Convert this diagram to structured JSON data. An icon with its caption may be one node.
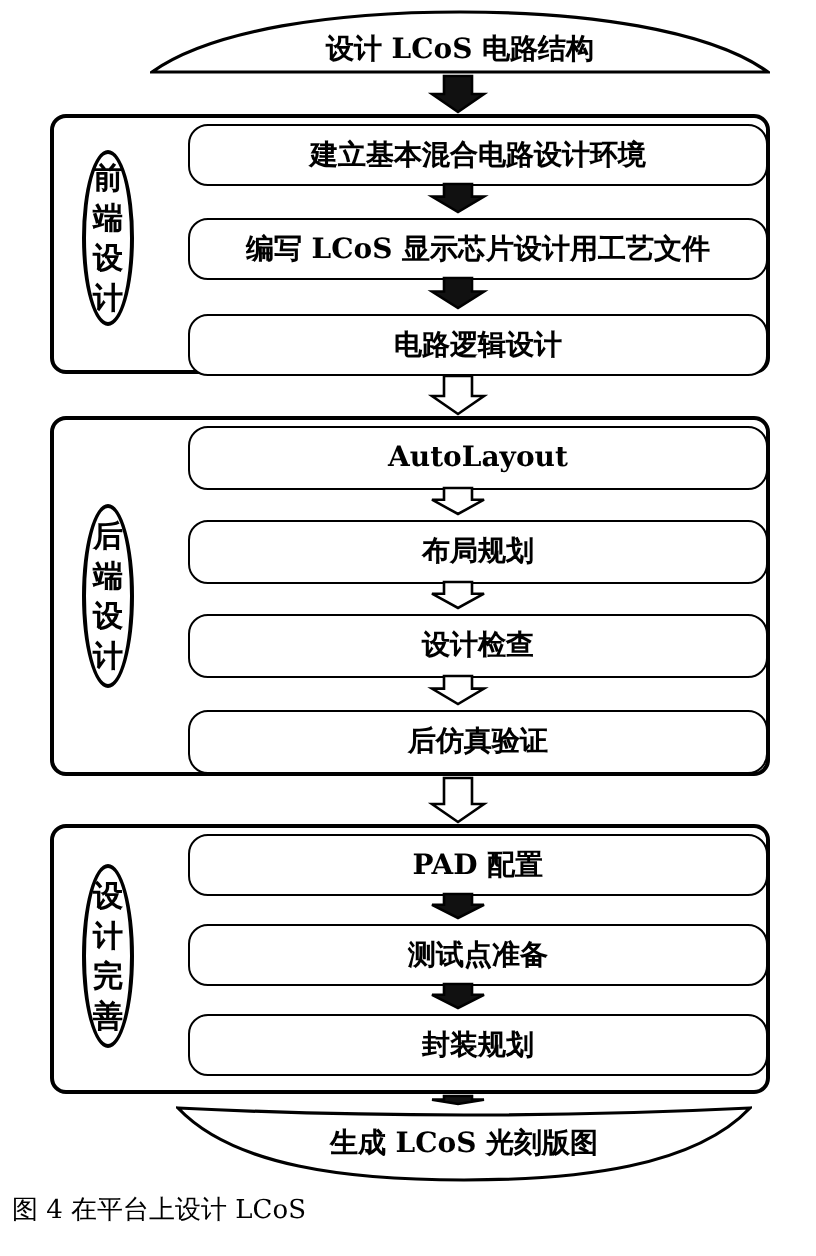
{
  "diagram": {
    "caption": "图 4 在平台上设计 LCoS",
    "nodes": [
      {
        "text": [
          "设计 LCoS 电路结构"
        ]
      },
      {
        "text": [
          "前端设计"
        ]
      },
      {
        "text": [
          "建立基本混合电路设计环境"
        ],
        "in": 1
      },
      {
        "text": [
          "编写 LCoS 显示芯片设计用工艺文件"
        ],
        "in": 1
      },
      {
        "text": [
          "电路逻辑设计"
        ],
        "in": 1
      },
      {
        "text": [
          "后端设计"
        ]
      },
      {
        "text": [
          "AutoLayout"
        ],
        "in": 5
      },
      {
        "text": [
          "布局规划"
        ],
        "in": 5
      },
      {
        "text": [
          "设计检查"
        ],
        "in": 5
      },
      {
        "text": [
          "后仿真验证"
        ],
        "in": 5
      },
      {
        "text": [
          "设计完善"
        ]
      },
      {
        "text": [
          "PAD 配置"
        ],
        "in": 10
      },
      {
        "text": [
          "测试点准备"
        ],
        "in": 10
      },
      {
        "text": [
          "封装规划"
        ],
        "in": 10
      },
      {
        "text": [
          "生成 LCoS 光刻版图"
        ]
      }
    ],
    "edges": [
      {
        "from": 0,
        "to": 1,
        "arrow": "to"
      },
      {
        "from": 2,
        "to": 3,
        "arrow": "to"
      },
      {
        "from": 3,
        "to": 4,
        "arrow": "to"
      },
      {
        "from": 1,
        "to": 5,
        "arrow": "to",
        "color": "#ffffff"
      },
      {
        "from": 6,
        "to": 7,
        "arrow": "to",
        "color": "#ffffff"
      },
      {
        "from": 7,
        "to": 8,
        "arrow": "to",
        "color": "#ffffff"
      },
      {
        "from": 8,
        "to": 9,
        "arrow": "to",
        "color": "#ffffff"
      },
      {
        "from": 5,
        "to": 10,
        "arrow": "to",
        "color": "#ffffff"
      },
      {
        "from": 11,
        "to": 12,
        "arrow": "to"
      },
      {
        "from": 12,
        "to": 13,
        "arrow": "to"
      },
      {
        "from": 10,
        "to": 14,
        "arrow": "to"
      }
    ]
  }
}
